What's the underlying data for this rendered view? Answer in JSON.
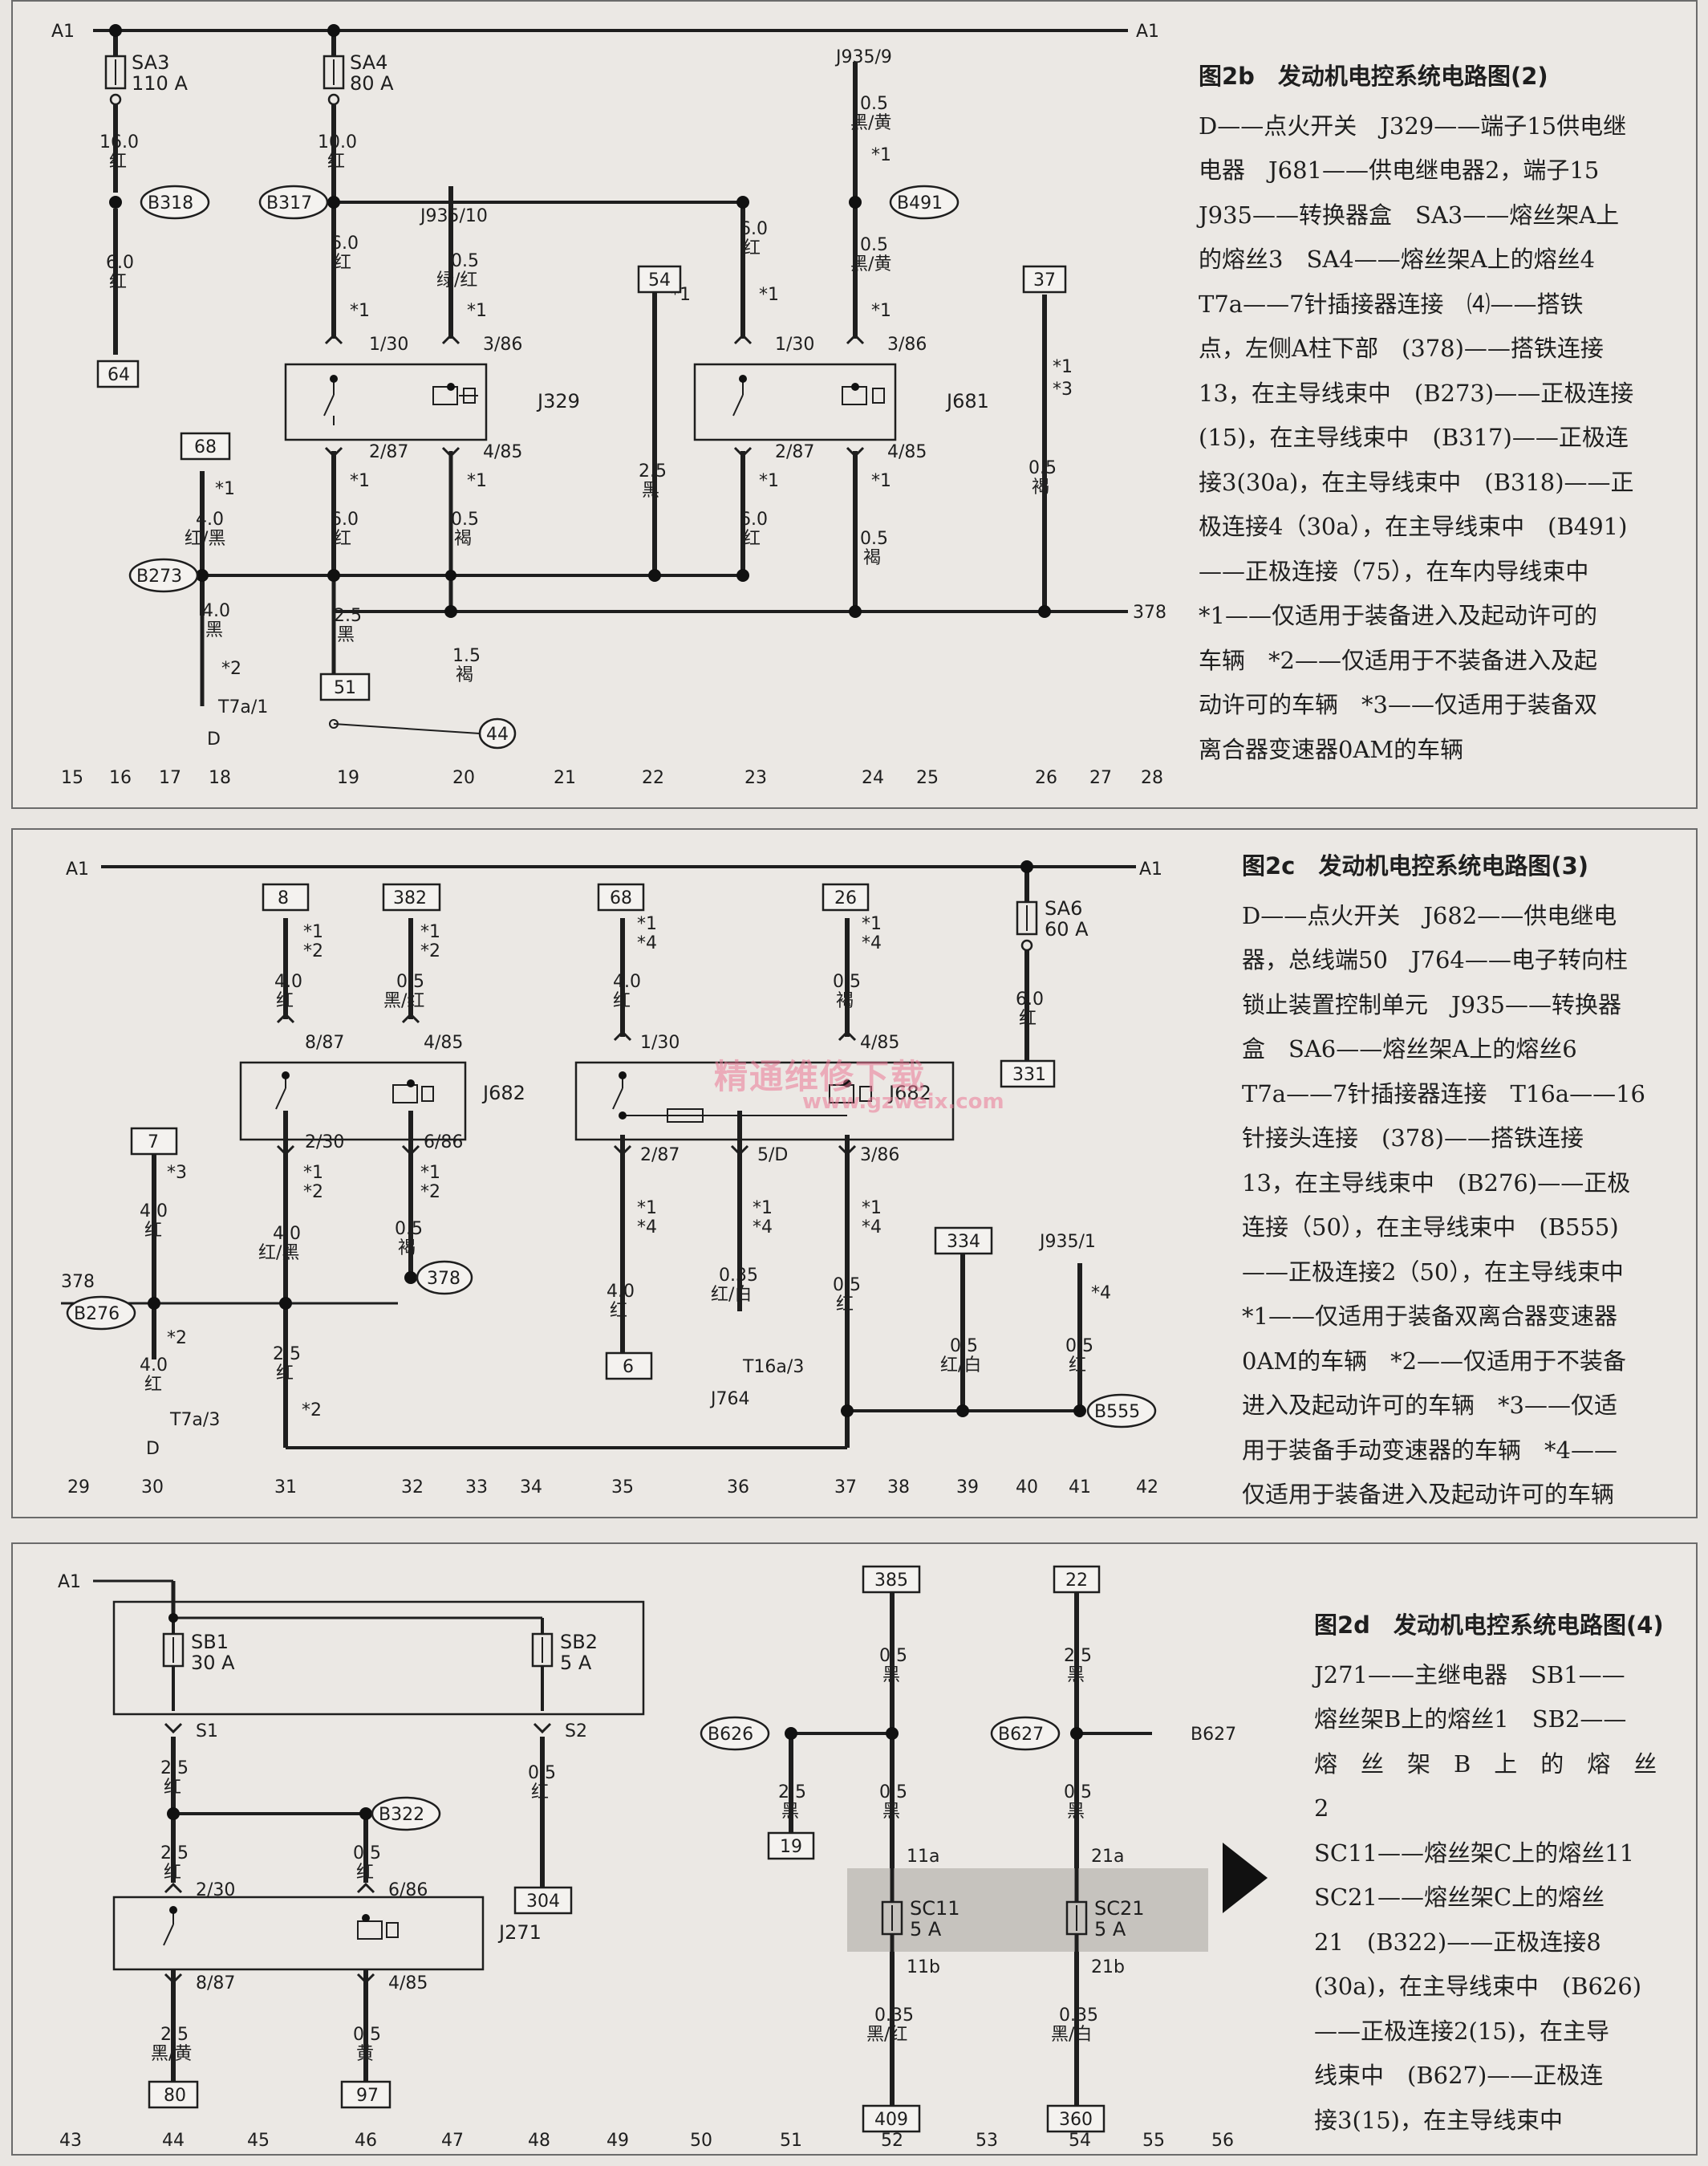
{
  "watermark": {
    "cn": "精通维修下载",
    "url": "www.gzweix.com"
  },
  "panels": [
    {
      "id": "2b",
      "caption_title": "图2b　发动机电控系统电路图(2)",
      "caption_lines": [
        "D——点火开关　J329——端子15供电继",
        "电器　J681——供电继电器2，端子15",
        "J935——转换器盒　SA3——熔丝架A上",
        "的熔丝3　SA4——熔丝架A上的熔丝4",
        "T7a——7针插接器连接　⑷——搭铁",
        "点，左侧A柱下部　(378)——搭铁连接",
        "13，在主导线束中　(B273)——正极连接",
        "(15)，在主导线束中　(B317)——正极连",
        "接3(30a)，在主导线束中　(B318)——正",
        "极连接4（30a），在主导线束中　(B491)",
        "——正极连接（75），在车内导线束中",
        "*1——仅适用于装备进入及起动许可的",
        "车辆　*2——仅适用于不装备进入及起",
        "动许可的车辆　*3——仅适用于装备双",
        "离合器变速器0AM的车辆"
      ],
      "columns": [
        "15",
        "16",
        "17",
        "18",
        "19",
        "20",
        "21",
        "22",
        "23",
        "24",
        "25",
        "26",
        "27",
        "28"
      ],
      "rail_labels": [
        "A1",
        "A1"
      ],
      "fuses": [
        {
          "name": "SA3",
          "rating": "110 A"
        },
        {
          "name": "SA4",
          "rating": "80 A"
        }
      ],
      "nodes": [
        "B318",
        "B317",
        "B491",
        "B273",
        "378",
        "44"
      ],
      "boxes": [
        "64",
        "68",
        "51",
        "54",
        "37"
      ],
      "components": [
        "J329",
        "J681"
      ],
      "pins": [
        "1/30",
        "3/86",
        "2/87",
        "4/85",
        "1/30",
        "3/86",
        "2/87",
        "4/85"
      ],
      "wires": [
        {
          "size": "16.0",
          "color": "红"
        },
        {
          "size": "6.0",
          "color": "红"
        },
        {
          "size": "10.0",
          "color": "红"
        },
        {
          "size": "6.0",
          "color": "红"
        },
        {
          "size": "0.5",
          "color": "绿/红"
        },
        {
          "size": "6.0",
          "color": "红"
        },
        {
          "size": "0.5",
          "color": "黑/黄"
        },
        {
          "size": "0.5",
          "color": "黑/黄"
        },
        {
          "size": "4.0",
          "color": "红/黑"
        },
        {
          "size": "6.0",
          "color": "红"
        },
        {
          "size": "0.5",
          "color": "褐"
        },
        {
          "size": "2.5",
          "color": "黑"
        },
        {
          "size": "6.0",
          "color": "红"
        },
        {
          "size": "0.5",
          "color": "褐"
        },
        {
          "size": "0.5",
          "color": "褐"
        },
        {
          "size": "4.0",
          "color": "黑"
        },
        {
          "size": "2.5",
          "color": "黑"
        },
        {
          "size": "1.5",
          "color": "褐"
        }
      ],
      "refs": [
        "J935/10",
        "J935/9",
        "T7a/1",
        "D"
      ],
      "notes": [
        "*1",
        "*1",
        "*1",
        "*1",
        "*1",
        "*1",
        "*1",
        "*1",
        "*1",
        "*1",
        "*1",
        "*1",
        "*3",
        "*2"
      ]
    },
    {
      "id": "2c",
      "caption_title": "图2c　发动机电控系统电路图(3)",
      "caption_lines": [
        "D——点火开关　J682——供电继电",
        "器，总线端50　J764——电子转向柱",
        "锁止装置控制单元　J935——转换器",
        "盒　SA6——熔丝架A上的熔丝6",
        "T7a——7针插接器连接　T16a——16",
        "针接头连接　(378)——搭铁连接",
        "13，在主导线束中　(B276)——正极",
        "连接（50），在主导线束中　(B555)",
        "——正极连接2（50），在主导线束中",
        "*1——仅适用于装备双离合器变速器",
        "0AM的车辆　*2——仅适用于不装备",
        "进入及起动许可的车辆　*3——仅适",
        "用于装备手动变速器的车辆　*4——",
        "仅适用于装备进入及起动许可的车辆"
      ],
      "columns": [
        "29",
        "30",
        "31",
        "32",
        "33",
        "34",
        "35",
        "36",
        "37",
        "38",
        "39",
        "40",
        "41",
        "42"
      ],
      "rail_labels": [
        "A1",
        "A1"
      ],
      "fuses": [
        {
          "name": "SA6",
          "rating": "60 A"
        }
      ],
      "nodes": [
        "378",
        "B276",
        "378",
        "B555"
      ],
      "boxes": [
        "8",
        "382",
        "68",
        "26",
        "7",
        "6",
        "331",
        "334"
      ],
      "components": [
        "J682",
        "J682"
      ],
      "pins": [
        "8/87",
        "4/85",
        "2/30",
        "6/86",
        "1/30",
        "4/85",
        "2/87",
        "5/D",
        "3/86"
      ],
      "wires": [
        {
          "size": "4.0",
          "color": "红"
        },
        {
          "size": "0.5",
          "color": "黑/红"
        },
        {
          "size": "4.0",
          "color": "红"
        },
        {
          "size": "0.5",
          "color": "褐"
        },
        {
          "size": "6.0",
          "color": "红"
        },
        {
          "size": "4.0",
          "color": "红"
        },
        {
          "size": "4.0",
          "color": "红/黑"
        },
        {
          "size": "0.5",
          "color": "褐"
        },
        {
          "size": "4.0",
          "color": "红"
        },
        {
          "size": "0.35",
          "color": "红/白"
        },
        {
          "size": "0.5",
          "color": "红"
        },
        {
          "size": "4.0",
          "color": "红"
        },
        {
          "size": "2.5",
          "color": "红"
        },
        {
          "size": "0.5",
          "color": "红/白"
        },
        {
          "size": "0.5",
          "color": "红"
        }
      ],
      "refs": [
        "T7a/3",
        "D",
        "T16a/3",
        "J764",
        "J935/1"
      ],
      "notes": [
        "*1",
        "*2",
        "*1",
        "*2",
        "*1",
        "*4",
        "*1",
        "*4",
        "*3",
        "*1",
        "*2",
        "*1",
        "*2",
        "*1",
        "*4",
        "*1",
        "*4",
        "*1",
        "*4",
        "*2",
        "*2",
        "*4"
      ]
    },
    {
      "id": "2d",
      "caption_title": "图2d　发动机电控系统电路图(4)",
      "caption_lines": [
        "J271——主继电器　SB1——",
        "熔丝架B上的熔丝1　SB2——",
        "熔　丝　架　B　上　的　熔　丝　2",
        "SC11——熔丝架C上的熔丝11",
        "SC21——熔丝架C上的熔丝",
        "21　(B322)——正极连接8",
        "(30a)，在主导线束中　(B626)",
        "——正极连接2(15)，在主导",
        "线束中　(B627)——正极连",
        "接3(15)，在主导线束中"
      ],
      "columns": [
        "43",
        "44",
        "45",
        "46",
        "47",
        "48",
        "49",
        "50",
        "51",
        "52",
        "53",
        "54",
        "55",
        "56"
      ],
      "rail_labels": [
        "A1"
      ],
      "fuses": [
        {
          "name": "SB1",
          "rating": "30 A"
        },
        {
          "name": "SB2",
          "rating": "5 A"
        },
        {
          "name": "SC11",
          "rating": "5 A"
        },
        {
          "name": "SC21",
          "rating": "5 A"
        }
      ],
      "nodes": [
        "B322",
        "B626",
        "B627"
      ],
      "boxes": [
        "304",
        "80",
        "97",
        "385",
        "22",
        "19",
        "409",
        "360"
      ],
      "components": [
        "J271"
      ],
      "pins": [
        "S1",
        "S2",
        "2/30",
        "6/86",
        "8/87",
        "4/85",
        "11a",
        "11b",
        "21a",
        "21b"
      ],
      "wires": [
        {
          "size": "2.5",
          "color": "红"
        },
        {
          "size": "0.5",
          "color": "红"
        },
        {
          "size": "2.5",
          "color": "红"
        },
        {
          "size": "0.5",
          "color": "红"
        },
        {
          "size": "2.5",
          "color": "黑/黄"
        },
        {
          "size": "0.5",
          "color": "黄"
        },
        {
          "size": "0.5",
          "color": "黑"
        },
        {
          "size": "2.5",
          "color": "黑"
        },
        {
          "size": "0.5",
          "color": "黑"
        },
        {
          "size": "2.5",
          "color": "黑"
        },
        {
          "size": "0.5",
          "color": "黑"
        },
        {
          "size": "0.35",
          "color": "黑/红"
        },
        {
          "size": "0.35",
          "color": "黑/白"
        }
      ],
      "refs": [
        "B627"
      ]
    }
  ]
}
